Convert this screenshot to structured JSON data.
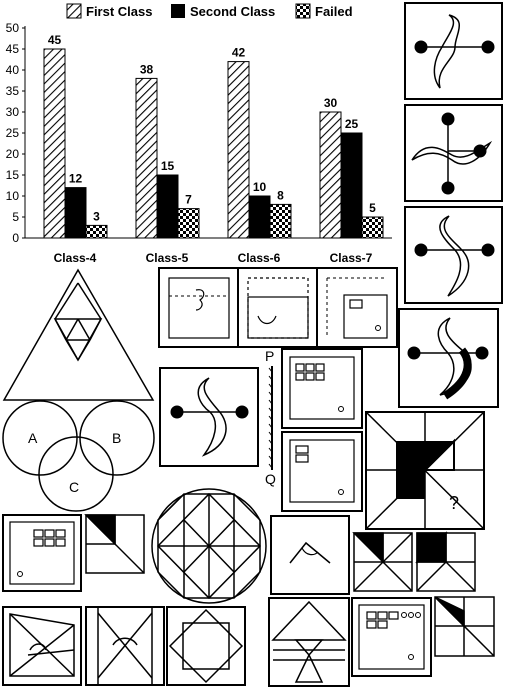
{
  "chart_data": {
    "type": "bar",
    "title": "",
    "xlabel": "",
    "ylabel": "",
    "ylim": [
      0,
      50
    ],
    "yticks": [
      "0",
      "5",
      "10",
      "15",
      "20",
      "25",
      "30",
      "35",
      "40",
      "45",
      "50"
    ],
    "categories": [
      "Class-4",
      "Class-5",
      "Class-6",
      "Class-7"
    ],
    "series": [
      {
        "name": "First Class",
        "values": [
          45,
          38,
          42,
          30
        ],
        "pattern": "diagonal-hatch"
      },
      {
        "name": "Second Class",
        "values": [
          12,
          15,
          10,
          25
        ],
        "pattern": "solid-black"
      },
      {
        "name": "Failed",
        "values": [
          3,
          7,
          8,
          5
        ],
        "pattern": "checkerboard"
      }
    ],
    "data_labels": [
      [
        "45",
        "12",
        "3"
      ],
      [
        "38",
        "15",
        "7"
      ],
      [
        "42",
        "10",
        "8"
      ],
      [
        "30",
        "25",
        "5"
      ]
    ],
    "legend_position": "top",
    "grid": false
  },
  "figure_labels": {
    "p_label": "P",
    "q_label": "Q",
    "question_mark": "?",
    "venn_a": "A",
    "venn_b": "B",
    "venn_c": "C"
  },
  "colors": {
    "ink": "#000000",
    "background": "#ffffff"
  }
}
